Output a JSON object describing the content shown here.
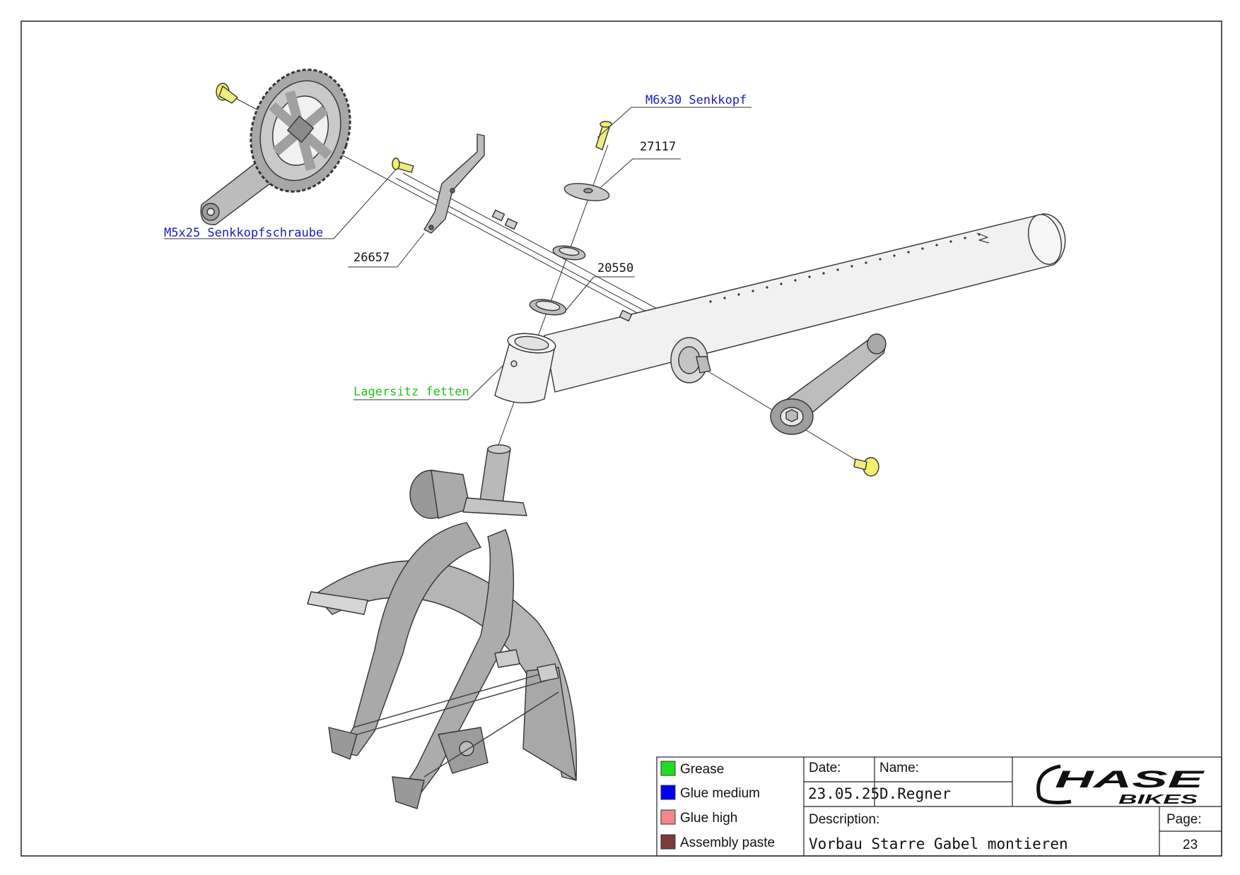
{
  "callouts": {
    "m6x30": "M6x30 Senkkopf",
    "p27117": "27117",
    "m5x25": "M5x25 Senkkopfschraube",
    "p26657": "26657",
    "p20550": "20550",
    "lagersitz": "Lagersitz fetten"
  },
  "legend": [
    {
      "label": "Grease",
      "color": "#22dd22"
    },
    {
      "label": "Glue medium",
      "color": "#0000ee"
    },
    {
      "label": "Glue high",
      "color": "#f08a8a"
    },
    {
      "label": "Assembly paste",
      "color": "#7a3a3a"
    }
  ],
  "title_block": {
    "date_label": "Date:",
    "date_value": "23.05.25",
    "name_label": "Name:",
    "name_value": "D.Regner",
    "description_label": "Description:",
    "description_value": "Vorbau Starre Gabel montieren",
    "page_label": "Page:",
    "page_value": "23"
  },
  "logo": {
    "brand": "HASE",
    "sub": "BIKES"
  }
}
